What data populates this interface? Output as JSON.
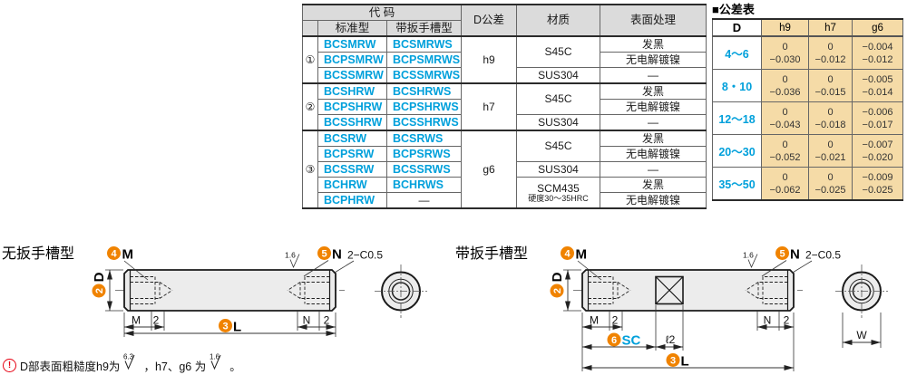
{
  "colors": {
    "accent_orange": "#F08300",
    "code_blue": "#00A0DB",
    "header_gray": "#DBDBDB",
    "tolerance_tan": "#F5DBA7",
    "warning_red": "#E60012",
    "drawing_fill": "#ECECEC"
  },
  "main_table": {
    "headers": {
      "code": "代 码",
      "standard": "标准型",
      "with_slot": "带扳手槽型",
      "d_tolerance": "D公差",
      "material": "材质",
      "surface": "表面处理"
    },
    "rows": [
      {
        "num": "①",
        "standard": "BCSMRW",
        "with_slot": "BCSMRWS",
        "d_tolerance": "h9",
        "material": "S45C",
        "surface": "发黑"
      },
      {
        "standard": "BCPSMRW",
        "with_slot": "BCPSMRWS",
        "surface": "无电解镀镍"
      },
      {
        "standard": "BCSSMRW",
        "with_slot": "BCSSMRWS",
        "material": "SUS304",
        "surface": "—"
      },
      {
        "num": "②",
        "standard": "BCSHRW",
        "with_slot": "BCSHRWS",
        "d_tolerance": "h7",
        "material": "S45C",
        "surface": "发黑"
      },
      {
        "standard": "BCPSHRW",
        "with_slot": "BCPSHRWS",
        "surface": "无电解镀镍"
      },
      {
        "standard": "BCSSHRW",
        "with_slot": "BCSSHRWS",
        "material": "SUS304",
        "surface": "—"
      },
      {
        "num": "③",
        "standard": "BCSRW",
        "with_slot": "BCSRWS",
        "d_tolerance": "g6",
        "material": "S45C",
        "surface": "发黑"
      },
      {
        "standard": "BCPSRW",
        "with_slot": "BCPSRWS",
        "surface": "无电解镀镍"
      },
      {
        "standard": "BCSSRW",
        "with_slot": "BCSSRWS",
        "material": "SUS304",
        "surface": "—"
      },
      {
        "standard": "BCHRW",
        "with_slot": "BCHRWS",
        "material": "SCM435",
        "material_note": "硬度30～35HRC",
        "surface": "发黑"
      },
      {
        "standard": "BCPHRW",
        "with_slot": "—",
        "surface": "无电解镀镍"
      }
    ]
  },
  "tolerance_table": {
    "title": "■公差表",
    "headers": {
      "d": "D",
      "h9": "h9",
      "h7": "h7",
      "g6": "g6"
    },
    "rows": [
      {
        "d": "4～6",
        "h9_u": "0",
        "h9_l": "−0.030",
        "h7_u": "0",
        "h7_l": "−0.012",
        "g6_u": "−0.004",
        "g6_l": "−0.012"
      },
      {
        "d": "8・10",
        "h9_u": "0",
        "h9_l": "−0.036",
        "h7_u": "0",
        "h7_l": "−0.015",
        "g6_u": "−0.005",
        "g6_l": "−0.014"
      },
      {
        "d": "12～18",
        "h9_u": "0",
        "h9_l": "−0.043",
        "h7_u": "0",
        "h7_l": "−0.018",
        "g6_u": "−0.006",
        "g6_l": "−0.017"
      },
      {
        "d": "20～30",
        "h9_u": "0",
        "h9_l": "−0.052",
        "h7_u": "0",
        "h7_l": "−0.021",
        "g6_u": "−0.007",
        "g6_l": "−0.020"
      },
      {
        "d": "35～50",
        "h9_u": "0",
        "h9_l": "−0.062",
        "h7_u": "0",
        "h7_l": "−0.025",
        "g6_u": "−0.009",
        "g6_l": "−0.025"
      }
    ]
  },
  "drawings": {
    "left": {
      "title": "无扳手槽型",
      "badge_4": "4",
      "label_m": "M",
      "badge_5": "5",
      "label_n": "N",
      "badge_2": "2",
      "label_d": "D",
      "badge_3": "3",
      "label_l": "L",
      "roughness": "1.6",
      "chamfer": "2−C0.5",
      "dim_m": "M",
      "dim_m2": "2",
      "dim_n": "N",
      "dim_n2": "2"
    },
    "right": {
      "title": "带扳手槽型",
      "badge_4": "4",
      "label_m": "M",
      "badge_5": "5",
      "label_n": "N",
      "badge_2": "2",
      "label_d": "D",
      "badge_3": "3",
      "label_l": "L",
      "badge_6": "6",
      "label_sc": "SC",
      "label_l2": "ℓ2",
      "label_w": "W",
      "roughness": "1.6",
      "chamfer": "2−C0.5",
      "dim_m": "M",
      "dim_m2": "2",
      "dim_n": "N",
      "dim_n2": "2"
    }
  },
  "footnote": {
    "mark": "!",
    "part1": "D部表面粗糙度h9为",
    "rough1": "6.3",
    "part2": "，h7、g6 为",
    "rough2": "1.6",
    "part3": "。"
  }
}
